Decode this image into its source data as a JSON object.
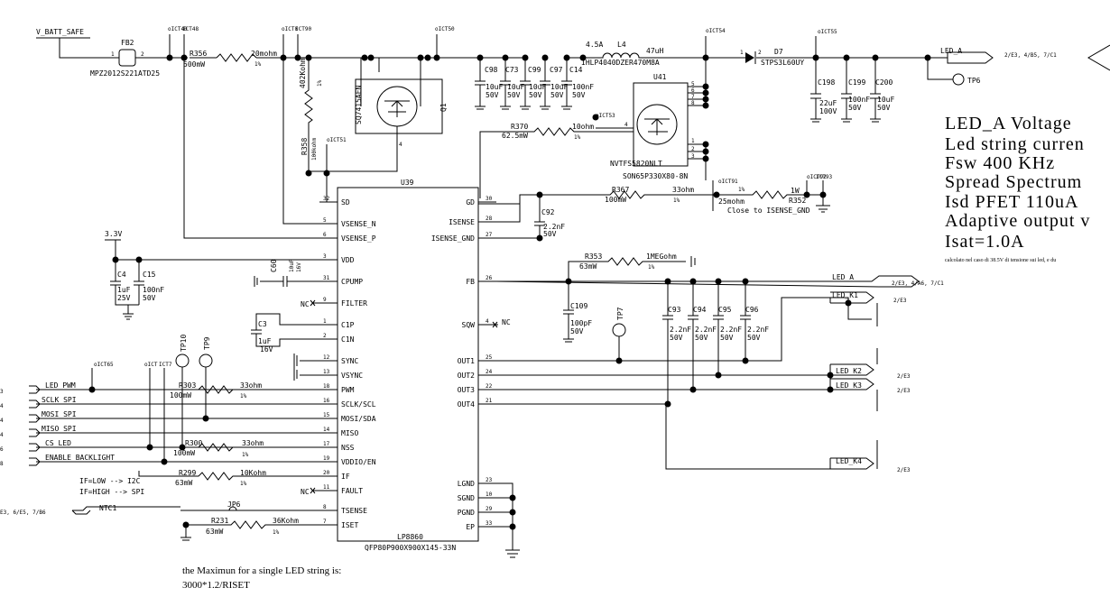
{
  "nets": {
    "v_batt_safe": "V_BATT_SAFE",
    "v33": "3.3V",
    "led_a": "LED_A",
    "led_a_ref": "2/E3, 4/B5, 7/C1",
    "led_a_fb": "LED_A",
    "led_a_fb_ref": "2/E3, 4/A6, 7/C1",
    "led_k1": "LED_K1",
    "led_k2": "LED_K2",
    "led_k3": "LED_K3",
    "led_k4": "LED_K4",
    "led_k_ref": "2/E3",
    "led_pwm": "LED_PWM",
    "sclk_spi": "SCLK_SPI",
    "mosi_spi": "MOSI_SPI",
    "miso_spi": "MISO_SPI",
    "cs_led": "CS_LED",
    "enable_backlight": "ENABLE_BACKLIGHT",
    "ntc1": "NTC1",
    "ntc1_ref": "E3, 6/E5, 7/B6",
    "left_refs": [
      "3",
      "4",
      "4",
      "4",
      "6",
      "8"
    ],
    "tp6": "TP6"
  },
  "components": {
    "fb2": {
      "ref": "FB2",
      "part": "MPZ2012S221ATD25"
    },
    "r356": {
      "ref": "R356",
      "power": "500mW",
      "value": "20mohm",
      "tol": "1%"
    },
    "r357": {
      "value": "402Kohm",
      "tol": "1%"
    },
    "r358": {
      "ref": "R358",
      "value": "100kohm"
    },
    "q1": {
      "ref": "Q1",
      "part": "SQ7415AEN"
    },
    "caps_in": [
      {
        "ref": "C98",
        "value": "10uF",
        "v": "50V"
      },
      {
        "ref": "C73",
        "value": "10uF",
        "v": "50V"
      },
      {
        "ref": "C99",
        "value": "10uF",
        "v": "50V"
      },
      {
        "ref": "C97",
        "value": "10uF",
        "v": "50V"
      },
      {
        "ref": "C14",
        "value": "100nF",
        "v": "50V"
      }
    ],
    "l4": {
      "ref": "L4",
      "current": "4.5A",
      "value": "47uH",
      "part": "IHLP4040DZER470M8A"
    },
    "u41": {
      "ref": "U41",
      "part": "NVTFS5820NLT",
      "pkg": "SON65P330X80-8N"
    },
    "d7": {
      "ref": "D7",
      "part": "STPS3L60UY"
    },
    "c198": {
      "ref": "C198",
      "value": "22uF",
      "v": "100V"
    },
    "c199": {
      "ref": "C199",
      "value": "100nF",
      "v": "50V"
    },
    "c200": {
      "ref": "C200",
      "value": "10uF",
      "v": "50V"
    },
    "r370": {
      "ref": "R370",
      "power": "62.5mW",
      "value": "10ohm",
      "tol": "1%"
    },
    "r367": {
      "ref": "R367",
      "power": "100mW",
      "value": "33ohm",
      "tol": "1%"
    },
    "r352": {
      "ref": "R352",
      "power": "1W",
      "value": "25mohm",
      "tol": "1%"
    },
    "c92": {
      "ref": "C92",
      "value": "2.2nF",
      "v": "50V"
    },
    "r353": {
      "ref": "R353",
      "power": "63mW",
      "value": "1MEGohm",
      "tol": "1%"
    },
    "c109": {
      "ref": "C109",
      "value": "100pF",
      "v": "50V"
    },
    "caps_out": [
      {
        "ref": "C93",
        "value": "2.2nF",
        "v": "50V"
      },
      {
        "ref": "C94",
        "value": "2.2nF",
        "v": "50V"
      },
      {
        "ref": "C95",
        "value": "2.2nF",
        "v": "50V"
      },
      {
        "ref": "C96",
        "value": "2.2nF",
        "v": "50V"
      }
    ],
    "c4": {
      "ref": "C4",
      "value": "1uF",
      "v": "25V"
    },
    "c15": {
      "ref": "C15",
      "value": "100nF",
      "v": "50V"
    },
    "c60": {
      "ref": "C60",
      "value": "10uF",
      "v": "16V"
    },
    "c3": {
      "ref": "C3",
      "value": "1uF",
      "v": "16V"
    },
    "r303": {
      "ref": "R303",
      "power": "100mW",
      "value": "33ohm",
      "tol": "1%"
    },
    "r300": {
      "ref": "R300",
      "power": "100mW",
      "value": "33ohm",
      "tol": "1%"
    },
    "r299": {
      "ref": "R299",
      "power": "63mW",
      "value": "10Kohm",
      "tol": "1%"
    },
    "r231": {
      "ref": "R231",
      "power": "63mW",
      "value": "36Kohm",
      "tol": "1%"
    },
    "jp6": {
      "ref": "JP6"
    },
    "tp7": "TP7",
    "tp9": "TP9",
    "tp10": "TP10",
    "close_note": "Close to ISENSE_GND"
  },
  "u39": {
    "ref": "U39",
    "part": "LP8860",
    "pkg": "QFP80P900X900X145-33N",
    "left_pins": [
      {
        "num": "32",
        "name": "SD"
      },
      {
        "num": "5",
        "name": "VSENSE_N"
      },
      {
        "num": "6",
        "name": "VSENSE_P"
      },
      {
        "num": "3",
        "name": "VDD"
      },
      {
        "num": "31",
        "name": "CPUMP"
      },
      {
        "num": "9",
        "name": "FILTER"
      },
      {
        "num": "1",
        "name": "C1P"
      },
      {
        "num": "2",
        "name": "C1N"
      },
      {
        "num": "12",
        "name": "SYNC"
      },
      {
        "num": "13",
        "name": "VSYNC"
      },
      {
        "num": "18",
        "name": "PWM"
      },
      {
        "num": "16",
        "name": "SCLK/SCL"
      },
      {
        "num": "15",
        "name": "MOSI/SDA"
      },
      {
        "num": "14",
        "name": "MISO"
      },
      {
        "num": "17",
        "name": "NSS"
      },
      {
        "num": "19",
        "name": "VDDIO/EN"
      },
      {
        "num": "20",
        "name": "IF"
      },
      {
        "num": "11",
        "name": "FAULT"
      },
      {
        "num": "8",
        "name": "TSENSE"
      },
      {
        "num": "7",
        "name": "ISET"
      }
    ],
    "right_pins": [
      {
        "num": "30",
        "name": "GD"
      },
      {
        "num": "28",
        "name": "ISENSE"
      },
      {
        "num": "27",
        "name": "ISENSE_GND"
      },
      {
        "num": "26",
        "name": "FB"
      },
      {
        "num": "4",
        "name": "SQW"
      },
      {
        "num": "25",
        "name": "OUT1"
      },
      {
        "num": "24",
        "name": "OUT2"
      },
      {
        "num": "22",
        "name": "OUT3"
      },
      {
        "num": "21",
        "name": "OUT4"
      },
      {
        "num": "23",
        "name": "LGND"
      },
      {
        "num": "10",
        "name": "SGND"
      },
      {
        "num": "29",
        "name": "PGND"
      },
      {
        "num": "33",
        "name": "EP"
      }
    ],
    "nc": "NC"
  },
  "notes": {
    "if_low": "IF=LOW --> I2C",
    "if_high": "IF=HIGH --> SPI",
    "max1": "the Maximun for a single LED string is:",
    "max2": "3000*1.2/RISET"
  },
  "spec": {
    "lines": [
      "LED_A Voltage",
      "Led string curren",
      "Fsw 400 KHz",
      "Spread Spectrum",
      "Isd PFET 110uA",
      "Adaptive output v",
      "Isat=1.0A"
    ],
    "footnote": "calcolato nel caso di 38.5V di tensione sui led, e du"
  }
}
